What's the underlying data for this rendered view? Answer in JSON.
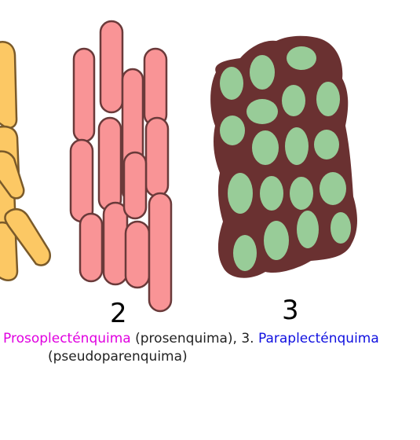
{
  "labels": {
    "panel_2": "2",
    "panel_3": "3"
  },
  "caption": {
    "term_prosoplectenchyma": "Prosoplecténquima",
    "after_prosoplectenchyma": " (prosenquima), 3. ",
    "term_paraplectenchyma": "Paraplecténquima",
    "line2": "(pseudoparenquima)"
  },
  "colors": {
    "panel1_fill": "#fcc864",
    "panel2_fill": "#f99496",
    "panel3_fill": "#98cc98",
    "panel3_matrix": "#6a3131",
    "outline": "#5a3030",
    "prosoplectenchyma_term": "#e000e0",
    "paraplectenchyma_term": "#1010e0"
  },
  "icons": [
    "hyphae-panel-1",
    "hyphae-panel-2",
    "cells-panel-3"
  ]
}
